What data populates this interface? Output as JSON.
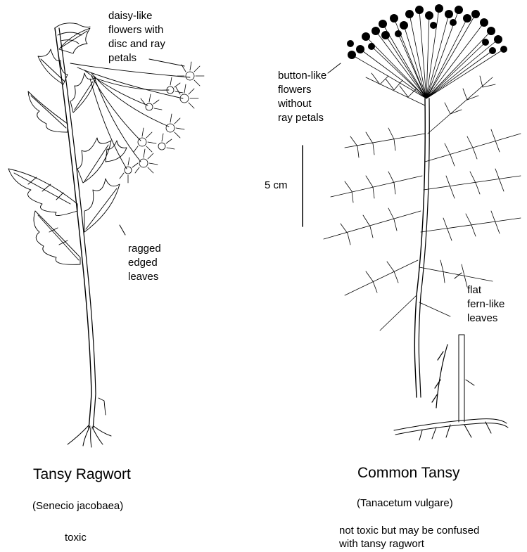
{
  "left_plant": {
    "common_name": "Tansy Ragwort",
    "scientific_name": "(Senecio jacobaea)",
    "toxicity": "toxic",
    "callouts": {
      "flowers": "daisy-like\nflowers with\ndisc and ray\npetals",
      "leaves": "ragged\nedged\nleaves"
    }
  },
  "right_plant": {
    "common_name": "Common Tansy",
    "scientific_name": "(Tanacetum vulgare)",
    "toxicity": "not toxic but may be confused\nwith tansy ragwort",
    "callouts": {
      "flowers": "button-like\nflowers\nwithout\nray petals",
      "leaves": "flat\nfern-like\nleaves"
    }
  },
  "scale_bar": {
    "label": "5 cm"
  },
  "colors": {
    "ink": "#000000",
    "paper": "#ffffff"
  }
}
